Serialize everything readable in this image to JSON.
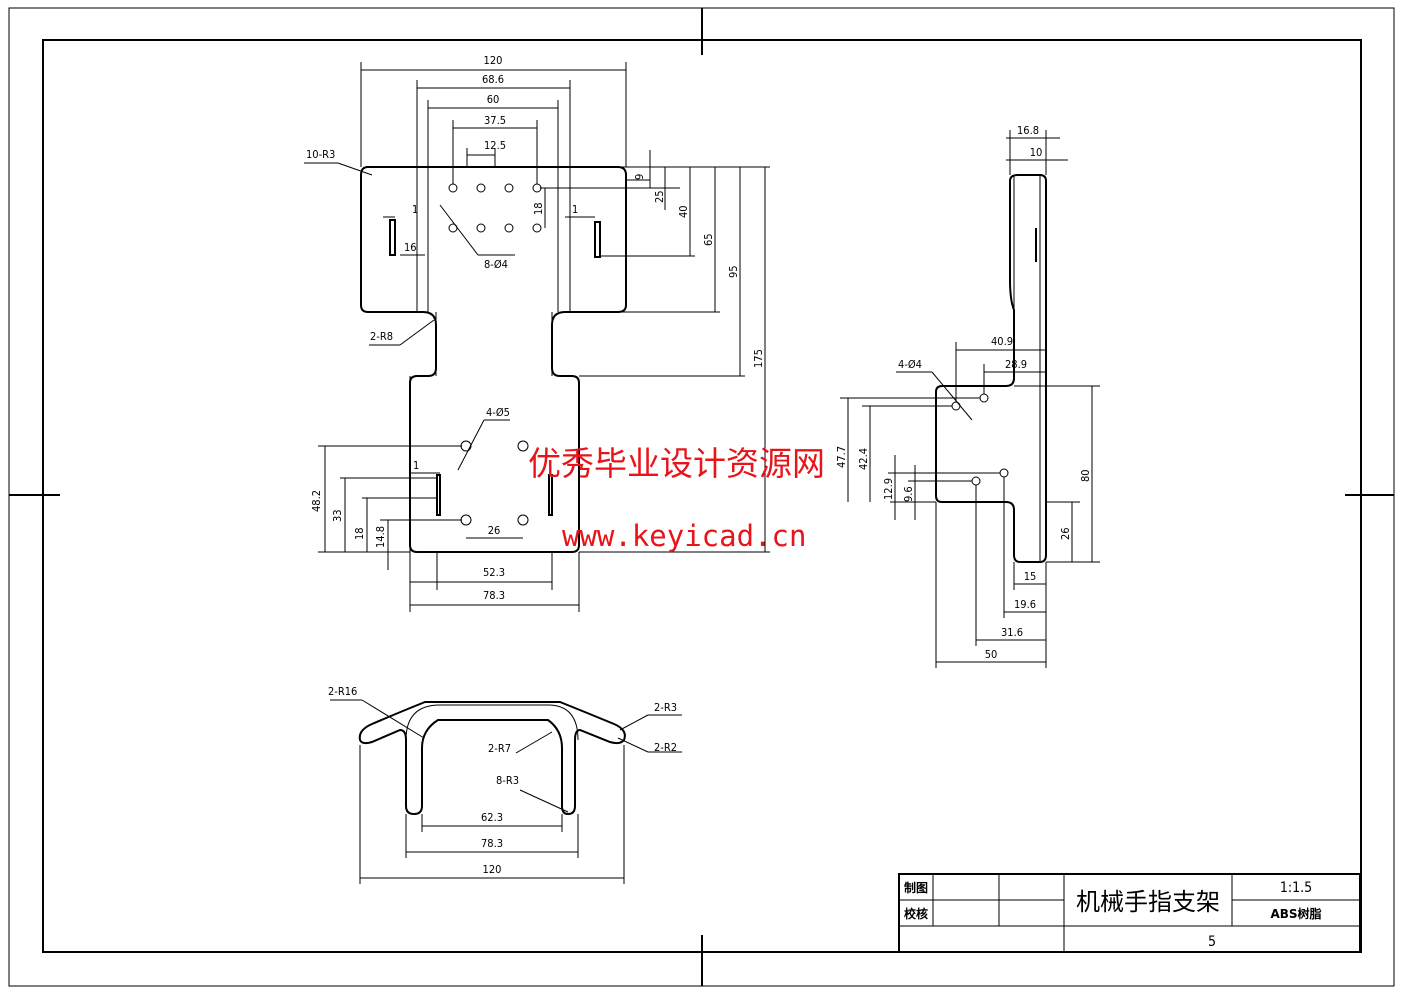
{
  "drawing": {
    "title": "机械手指支架",
    "scale": "1:1.5",
    "material": "ABS树脂",
    "sheet_no": "5",
    "drawn_label": "制图",
    "checked_label": "校核"
  },
  "watermark": {
    "line1": "优秀毕业设计资源网",
    "line2": "www.keyicad.cn"
  },
  "front_view": {
    "dims": {
      "d120": "120",
      "d68_6": "68.6",
      "d60": "60",
      "d37_5": "37.5",
      "d12_5": "12.5",
      "d9": "9",
      "d25": "25",
      "d40": "40",
      "d65": "65",
      "d95": "95",
      "d175": "175",
      "d18": "18",
      "d1a": "1",
      "d1b": "1",
      "d1c": "1",
      "d16": "16",
      "d48_2": "48.2",
      "d33": "33",
      "d18b": "18",
      "d14_8": "14.8",
      "d26": "26",
      "d52_3": "52.3",
      "d78_3": "78.3"
    },
    "notes": {
      "r3": "10-R3",
      "holes8": "8-Ø4",
      "r8": "2-R8",
      "holes4": "4-Ø5"
    }
  },
  "side_view": {
    "dims": {
      "d16_8": "16.8",
      "d10": "10",
      "d40_9": "40.9",
      "d28_9": "28.9",
      "d47_7": "47.7",
      "d42_4": "42.4",
      "d12_9": "12.9",
      "d9_6": "9.6",
      "d80": "80",
      "d26": "26",
      "d15": "15",
      "d19_6": "19.6",
      "d31_6": "31.6",
      "d50": "50"
    },
    "notes": {
      "holes4": "4-Ø4"
    }
  },
  "top_view": {
    "dims": {
      "d62_3": "62.3",
      "d78_3": "78.3",
      "d120": "120"
    },
    "notes": {
      "r16": "2-R16",
      "r7": "2-R7",
      "r3": "8-R3",
      "r3b": "2-R3",
      "r2": "2-R2"
    }
  }
}
